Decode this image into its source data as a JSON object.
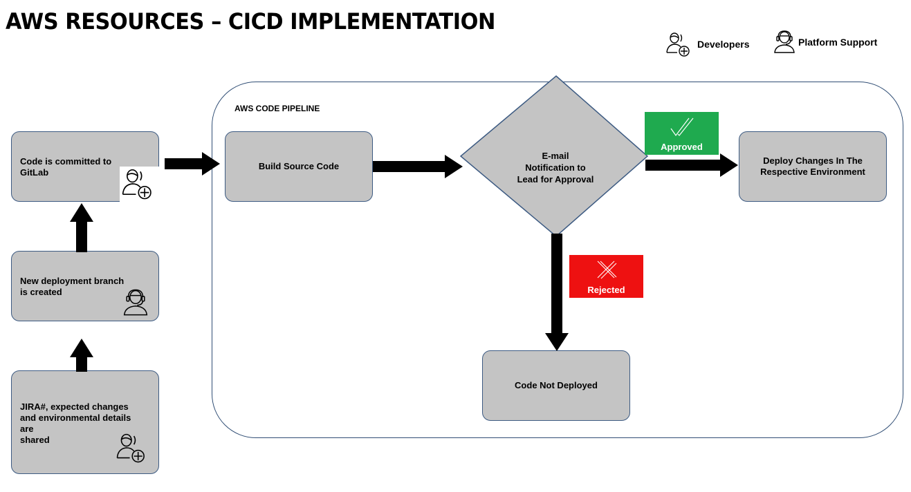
{
  "title": "AWS RESOURCES – CICD IMPLEMENTATION",
  "legend": {
    "developers": {
      "label": "Developers",
      "icon": "developer-icon"
    },
    "platform_support": {
      "label": "Platform Support",
      "icon": "support-agent-icon"
    }
  },
  "pipeline": {
    "label": "AWS CODE PIPELINE"
  },
  "steps": {
    "jira": {
      "label": "JIRA#, expected changes and environmental details are shared",
      "lines": [
        "JIRA#, expected changes",
        "and environmental details",
        "are",
        "shared"
      ],
      "icon": "developer-icon"
    },
    "branch": {
      "label": "New deployment branch is created",
      "lines": [
        "New deployment branch",
        "is created"
      ],
      "icon": "support-agent-icon"
    },
    "commit": {
      "label": "Code is committed to GitLab",
      "lines": [
        "Code is committed to",
        "GitLab"
      ],
      "icon": "developer-icon"
    },
    "build": {
      "label": "Build Source Code"
    },
    "approval": {
      "label": "E-mail Notification to Lead for Approval",
      "lines": [
        "E-mail",
        "Notification to",
        "Lead for Approval"
      ]
    },
    "deploy": {
      "label": "Deploy Changes In The Respective Environment",
      "lines": [
        "Deploy Changes In The",
        "Respective Environment"
      ]
    },
    "not_deployed": {
      "label": "Code Not Deployed"
    }
  },
  "badges": {
    "approved": {
      "label": "Approved",
      "color": "#1faa4f",
      "icon": "double-check-icon"
    },
    "rejected": {
      "label": "Rejected",
      "color": "#ee1111",
      "icon": "double-x-icon"
    }
  },
  "colors": {
    "box_fill": "#c4c4c4",
    "box_border": "#3c5a82",
    "arrow": "#000000"
  }
}
